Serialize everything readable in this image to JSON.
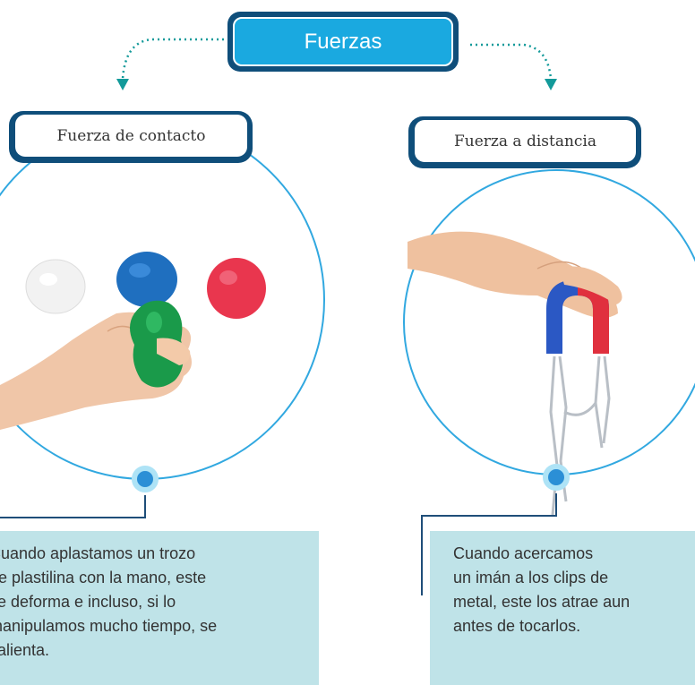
{
  "title": "Fuerzas",
  "left": {
    "label": "Fuerza de contacto",
    "illustration": "Mano aplastando plastilina",
    "description_lines": [
      "Cuando aplastamos un trozo",
      "de plastilina con la mano, este",
      "se deforma e incluso, si lo",
      "manipulamos mucho tiempo, se",
      "calienta."
    ]
  },
  "right": {
    "label": "Fuerza a distancia",
    "illustration": "Imán atrayendo clips de metal",
    "description_lines": [
      "Cuando acercamos",
      "un imán a los clips de",
      "metal, este los atrae aun",
      "antes de tocarlos."
    ]
  },
  "colors": {
    "navy": "#0f4e7a",
    "cyan": "#1aa9e0",
    "teal_arrow": "#139a9a",
    "circle_line": "#31a8e0",
    "connector": "#1f4e79",
    "desc_bg": "#bfe3e8"
  }
}
